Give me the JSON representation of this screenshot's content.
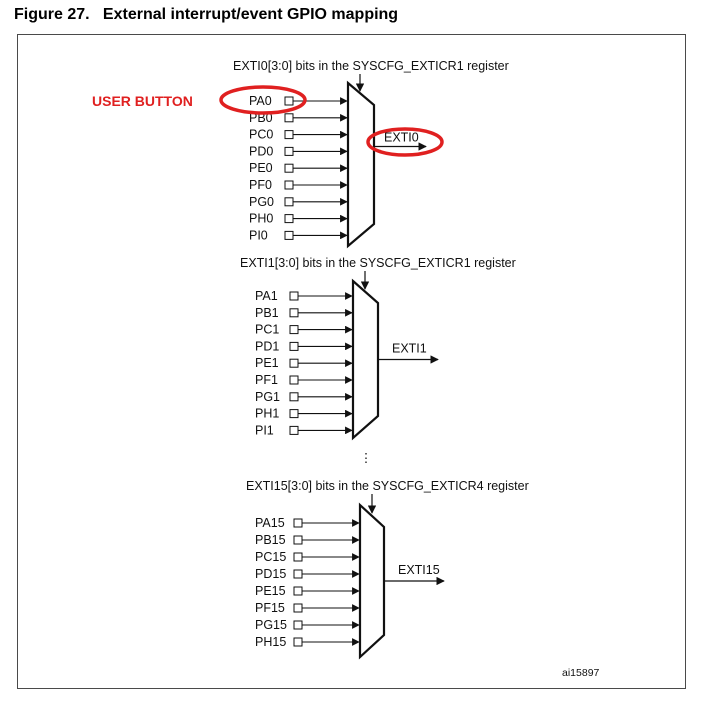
{
  "figure": {
    "title": "Figure 27.   External interrupt/event GPIO mapping",
    "ref_id": "ai15897"
  },
  "annotation": {
    "label": "USER BUTTON",
    "color": "#e02020"
  },
  "muxes": [
    {
      "register_label": "EXTI0[3:0] bits in the SYSCFG_EXTICR1 register",
      "inputs": [
        "PA0",
        "PB0",
        "PC0",
        "PD0",
        "PE0",
        "PF0",
        "PG0",
        "PH0",
        "PI0"
      ],
      "output": "EXTI0"
    },
    {
      "register_label": "EXTI1[3:0] bits in the SYSCFG_EXTICR1 register",
      "inputs": [
        "PA1",
        "PB1",
        "PC1",
        "PD1",
        "PE1",
        "PF1",
        "PG1",
        "PH1",
        "PI1"
      ],
      "output": "EXTI1"
    },
    {
      "register_label": "EXTI15[3:0] bits in the SYSCFG_EXTICR4 register",
      "inputs": [
        "PA15",
        "PB15",
        "PC15",
        "PD15",
        "PE15",
        "PF15",
        "PG15",
        "PH15"
      ],
      "output": "EXTI15"
    }
  ],
  "ellipsis": "⋮"
}
